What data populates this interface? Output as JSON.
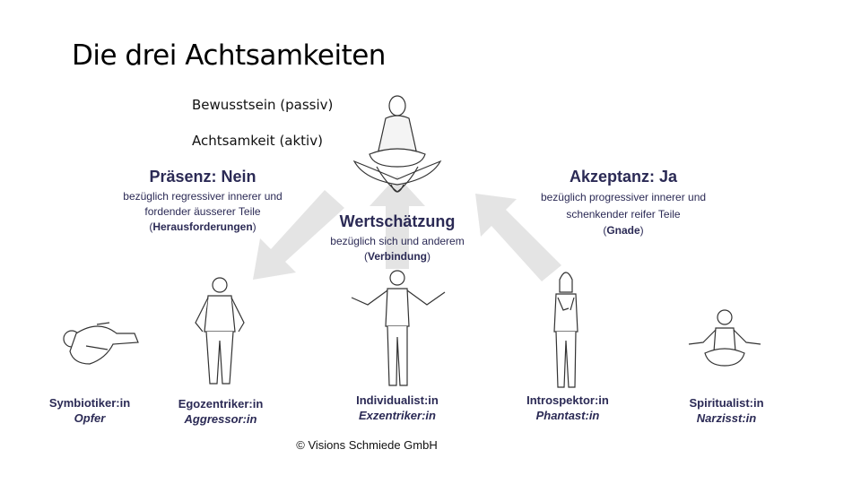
{
  "title": "Die drei Achtsamkeiten",
  "modes": [
    "Bewusstsein (passiv)",
    "Achtsamkeit (aktiv)"
  ],
  "left_block": {
    "heading": "Präsenz: Nein",
    "line1": "bezüglich regressiver innerer und",
    "line2": "fordender äusserer Teile",
    "open": "(",
    "bold": "Herausforderungen",
    "close": ")"
  },
  "center_block": {
    "heading": "Wertschätzung",
    "line1": "bezüglich sich und anderem",
    "open": "(",
    "bold": "Verbindung",
    "close": ")"
  },
  "right_block": {
    "heading": "Akzeptanz: Ja",
    "line1": "bezüglich progressiver innerer und",
    "line2": "schenkender reifer Teile",
    "open": "(",
    "bold": "Gnade",
    "close": ")"
  },
  "figures": [
    {
      "role": "Symbiotiker:in",
      "shadow": "Opfer"
    },
    {
      "role": "Egozentriker:in",
      "shadow": "Aggressor:in"
    },
    {
      "role": "Individualist:in",
      "shadow": "Exzentriker:in"
    },
    {
      "role": "Introspektor:in",
      "shadow": "Phantast:in"
    },
    {
      "role": "Spiritualist:in",
      "shadow": "Narzisst:in"
    }
  ],
  "copyright": "© Visions Schmiede GmbH",
  "colors": {
    "accent": "#2b2a55",
    "arrow": "#e3e3e3"
  }
}
